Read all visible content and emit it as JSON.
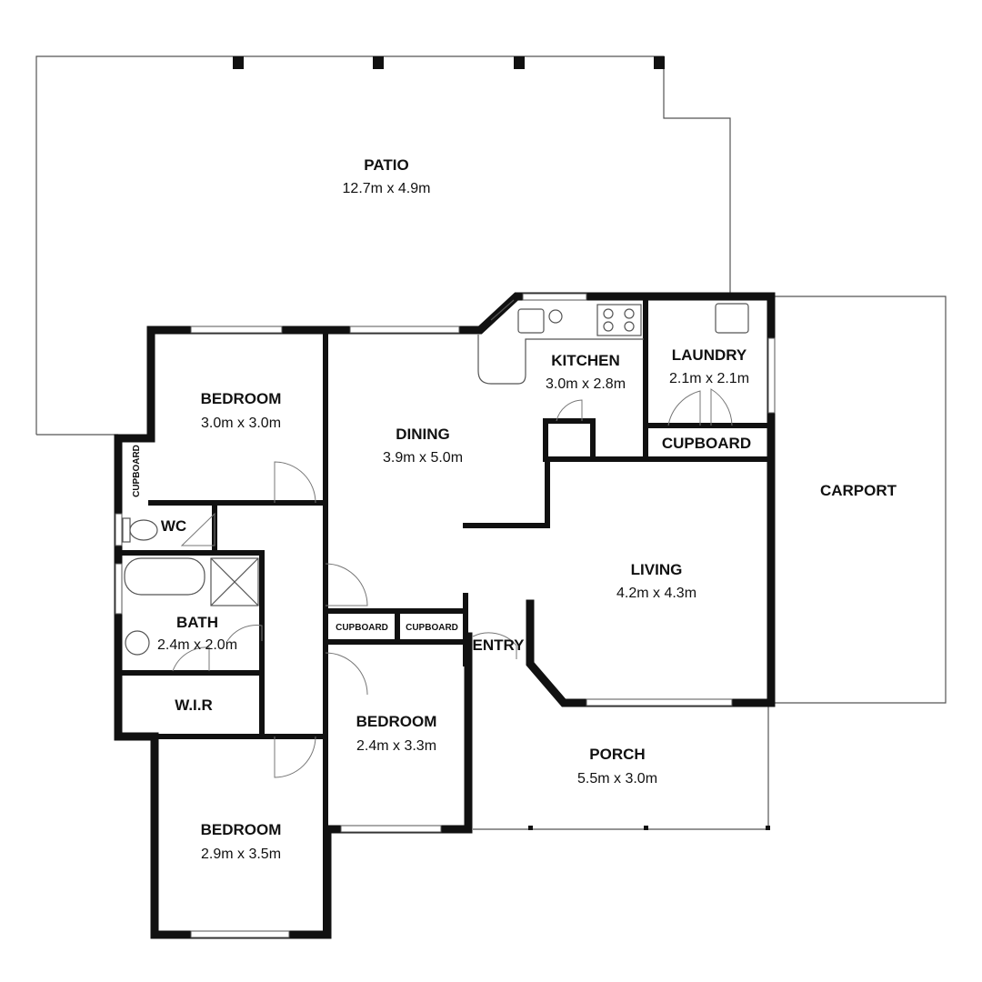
{
  "rooms": {
    "patio": {
      "name": "PATIO",
      "size": "12.7m x 4.9m"
    },
    "bedroom_top": {
      "name": "BEDROOM",
      "size": "3.0m x 3.0m"
    },
    "dining": {
      "name": "DINING",
      "size": "3.9m x 5.0m"
    },
    "kitchen": {
      "name": "KITCHEN",
      "size": "3.0m x 2.8m"
    },
    "laundry": {
      "name": "LAUNDRY",
      "size": "2.1m x 2.1m"
    },
    "laundry_cupboard": {
      "name": "CUPBOARD"
    },
    "carport": {
      "name": "CARPORT"
    },
    "cupboard_side": {
      "name": "CUPBOARD"
    },
    "wc": {
      "name": "WC"
    },
    "bath": {
      "name": "BATH",
      "size": "2.4m x 2.0m"
    },
    "living": {
      "name": "LIVING",
      "size": "4.2m x 4.3m"
    },
    "cupboard_a": {
      "name": "CUPBOARD"
    },
    "cupboard_b": {
      "name": "CUPBOARD"
    },
    "entry": {
      "name": "ENTRY"
    },
    "wir": {
      "name": "W.I.R"
    },
    "bedroom_mid": {
      "name": "BEDROOM",
      "size": "2.4m x 3.3m"
    },
    "porch": {
      "name": "PORCH",
      "size": "5.5m x 3.0m"
    },
    "bedroom_bottom": {
      "name": "BEDROOM",
      "size": "2.9m x 3.5m"
    }
  }
}
